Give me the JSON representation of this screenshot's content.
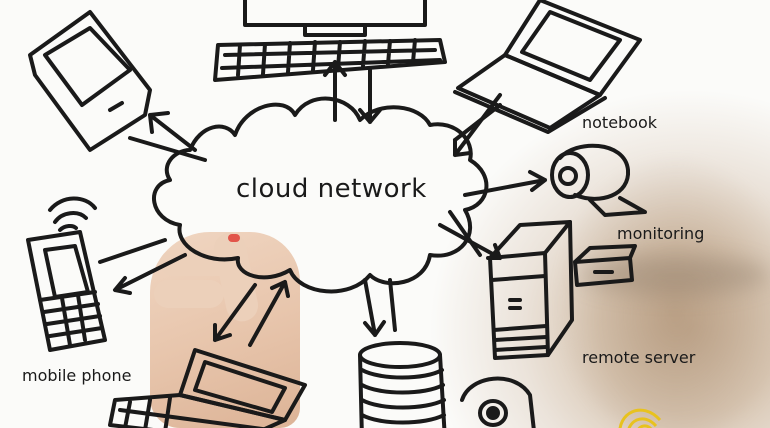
{
  "diagram": {
    "center_label": "cloud network",
    "nodes": [
      {
        "id": "notebook",
        "label": "notebook",
        "icon": "laptop-icon"
      },
      {
        "id": "monitoring",
        "label": "monitoring",
        "icon": "webcam-icon"
      },
      {
        "id": "remote-server",
        "label": "remote server",
        "icon": "server-icon"
      },
      {
        "id": "mobile-phone",
        "label": "mobile phone",
        "icon": "mobile-phone-icon"
      },
      {
        "id": "desktop",
        "label": "",
        "icon": "desktop-computer-icon"
      },
      {
        "id": "tablet",
        "label": "",
        "icon": "tablet-icon"
      },
      {
        "id": "laptop-bottom",
        "label": "",
        "icon": "laptop-icon"
      },
      {
        "id": "storage",
        "label": "",
        "icon": "database-icon"
      },
      {
        "id": "disc",
        "label": "",
        "icon": "disc-drive-icon"
      }
    ],
    "colors": {
      "ink": "#1a1a1a",
      "background": "#fbfbf9",
      "marker_tip": "#e2554a",
      "logo": "#e8c21e"
    }
  }
}
